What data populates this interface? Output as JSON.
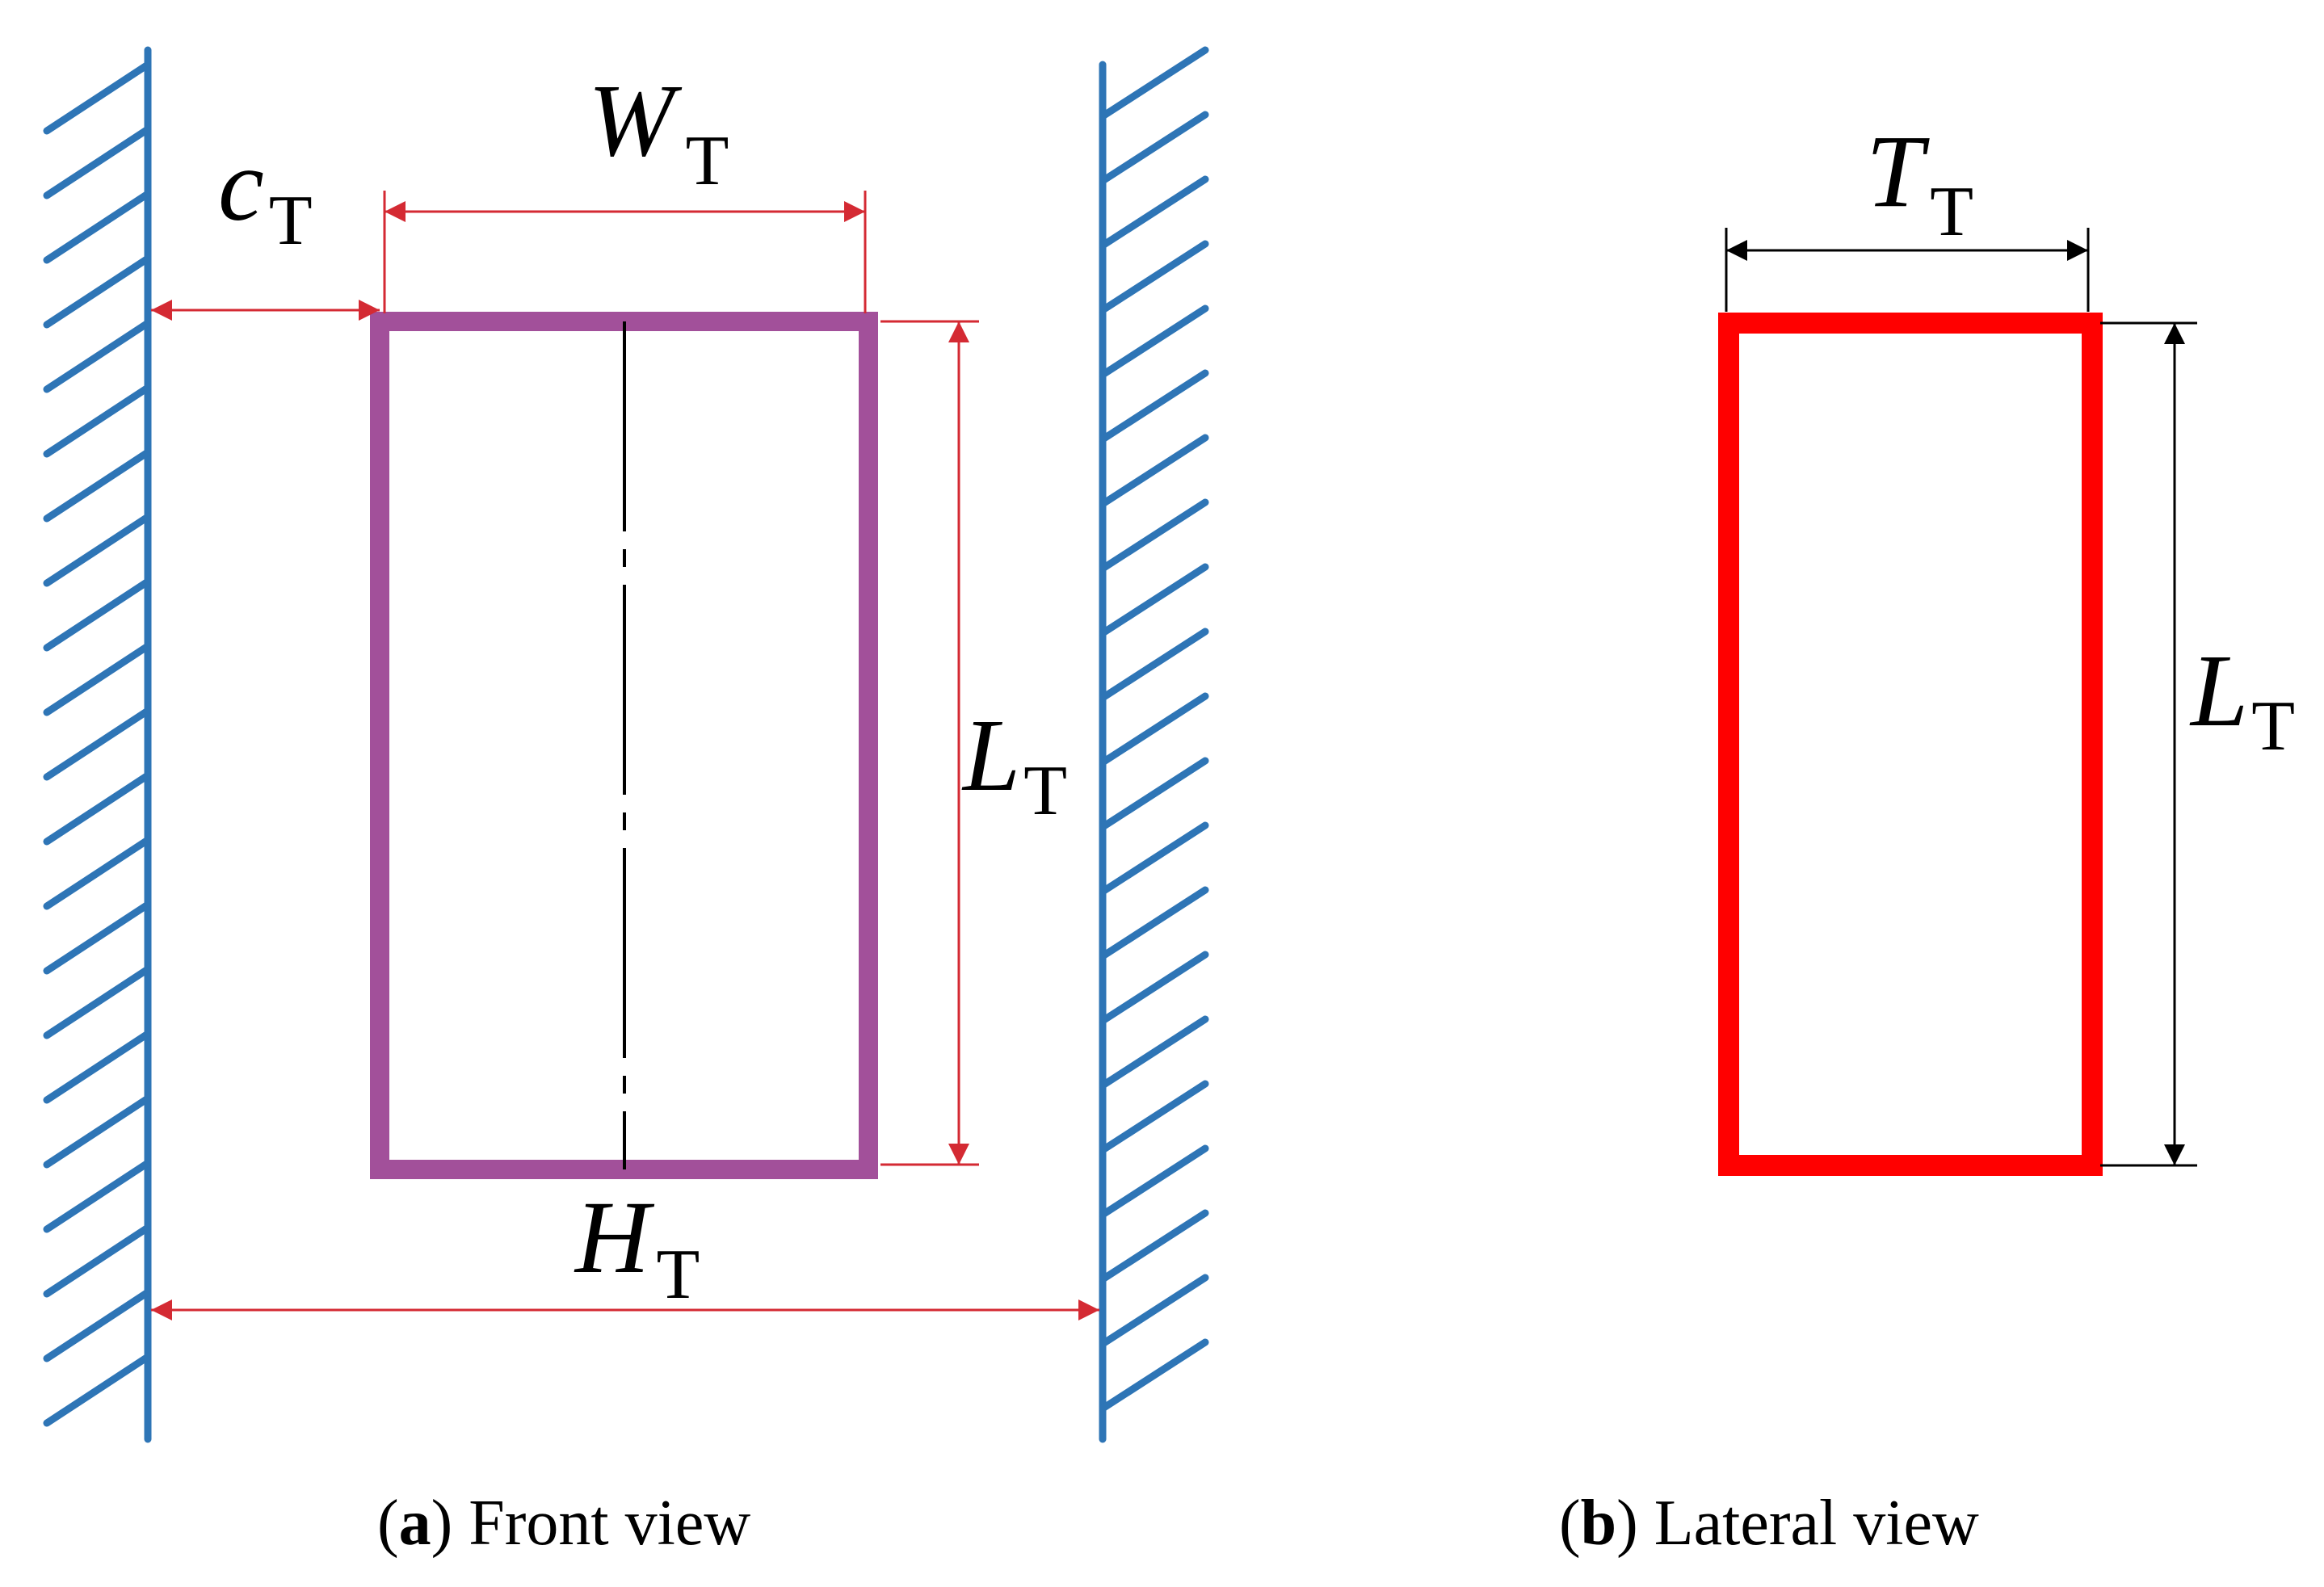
{
  "colors": {
    "wall": "#2e75b6",
    "front_rect": "#a2509a",
    "lateral_rect": "#ff0000",
    "front_dims": "#d42a33",
    "lateral_dims": "#000000",
    "centerline": "#000000"
  },
  "front": {
    "c": {
      "main": "c",
      "sub": "T"
    },
    "w": {
      "main": "W",
      "sub": "T"
    },
    "l": {
      "main": "L",
      "sub": "T"
    },
    "h": {
      "main": "H",
      "sub": "T"
    },
    "caption": {
      "open": "(",
      "letter": "a",
      "close": ")",
      "text": " Front view"
    }
  },
  "lateral": {
    "t": {
      "main": "T",
      "sub": "T"
    },
    "l": {
      "main": "L",
      "sub": "T"
    },
    "caption": {
      "open": "(",
      "letter": "b",
      "close": ")",
      "text": " Lateral view"
    }
  }
}
